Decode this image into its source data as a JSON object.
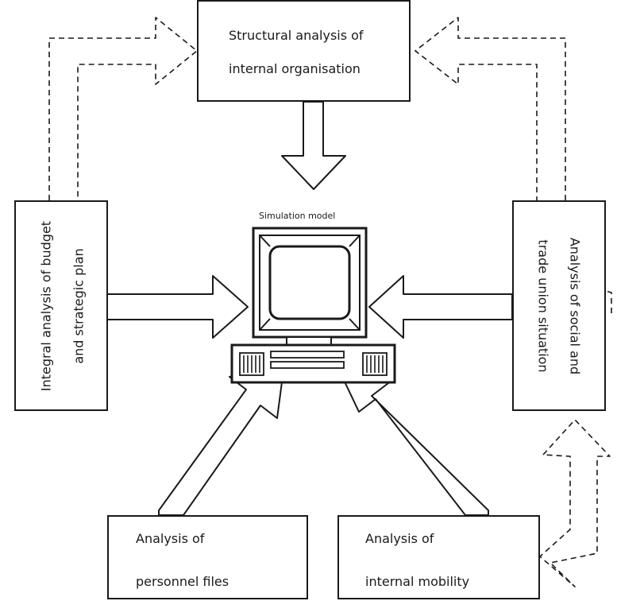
{
  "center": {
    "title": "Simulation model"
  },
  "boxes": {
    "top": {
      "line1": "Structural analysis of",
      "line2": "internal organisation"
    },
    "left": {
      "line1": "Integral analysis of budget",
      "line2": "and strategic plan"
    },
    "right": {
      "line1": "Analysis of social and",
      "line2": "trade union situation"
    },
    "bottom_left": {
      "line1": "Analysis of",
      "line2": "personnel files"
    },
    "bottom_right": {
      "line1": "Analysis of",
      "line2": "internal mobility"
    }
  },
  "arrows": {
    "solid": [
      "top-to-model",
      "left-to-model",
      "right-to-model",
      "bottom-left-to-model",
      "bottom-right-to-model"
    ],
    "dashed": [
      "left-to-top",
      "right-to-top",
      "bottom-right-to-right"
    ]
  }
}
